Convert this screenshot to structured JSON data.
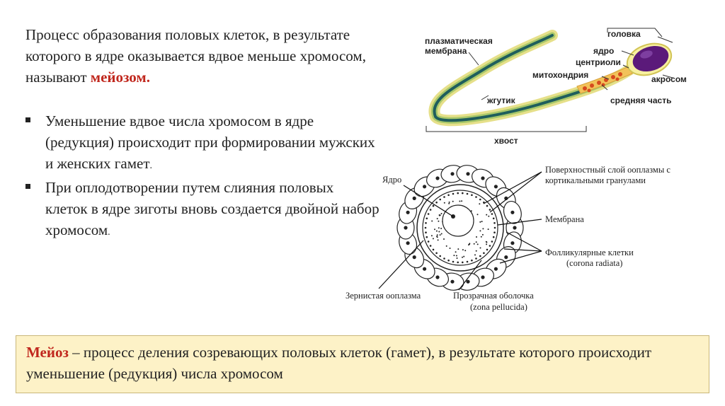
{
  "intro": {
    "text_part1": "Процесс образования половых клеток, в результате которого в ядре оказывается вдвое меньше хромосом, называют ",
    "highlight": "мейозом."
  },
  "bullets": [
    {
      "text": "Уменьшение вдвое числа хромосом в ядре (редукция) происходит при формировании мужских и женских гамет",
      "end": "."
    },
    {
      "text": "При оплодотворении путем слияния половых клеток в ядре зиготы вновь создается двойной набор хромосом",
      "end": "."
    }
  ],
  "sperm": {
    "plasma_membrane": "плазматическая",
    "plasma_membrane_2": "мембрана",
    "head": "головка",
    "nucleus": "ядро",
    "centrioles": "центриоли",
    "mitochondria": "митохондрия",
    "acrosome": "акросом",
    "flagellum": "жгутик",
    "middle_piece": "средняя часть",
    "tail": "хвост"
  },
  "egg": {
    "nucleus": "Ядро",
    "surface_layer_1": "Поверхностный  слой ооплазмы с",
    "surface_layer_2": "кортикальными гранулами",
    "membrane": "Мембрана",
    "follicular_1": "Фолликулярные клетки",
    "follicular_2": "(corona radiata)",
    "granular": "Зернистая ооплазма",
    "zona_1": "Прозрачная оболочка",
    "zona_2": "(zona pellucida)"
  },
  "definition": {
    "term": "Мейоз",
    "text": " – процесс деления созревающих половых клеток (гамет), в результате которого происходит уменьшение (редукция) числа хромосом"
  },
  "colors": {
    "highlight": "#c0271d",
    "definition_bg": "#fdf2c7",
    "sperm_head": "#5b1a7a",
    "sperm_outline": "#e6e08a",
    "sperm_core": "#1f5e5c"
  }
}
